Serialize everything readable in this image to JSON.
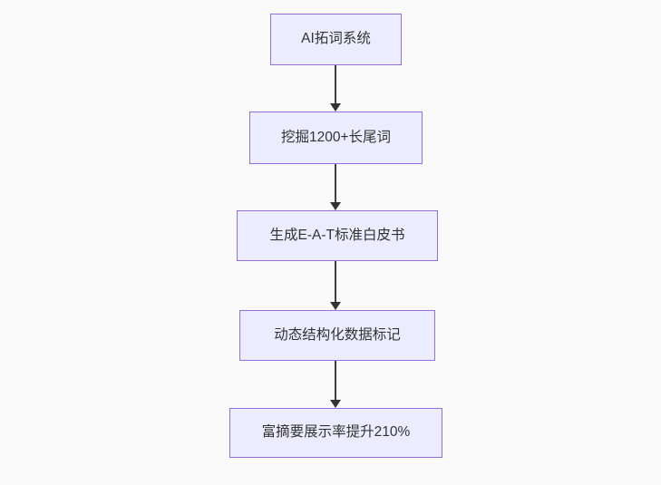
{
  "diagram": {
    "type": "flowchart",
    "direction": "top-down",
    "colors": {
      "canvas_background": "#fafafa",
      "node_fill": "#ECECFF",
      "node_border": "#9370DB",
      "node_text": "#333333",
      "edge_stroke": "#333333"
    },
    "nodes": [
      {
        "id": "n1",
        "label": "AI拓词系统"
      },
      {
        "id": "n2",
        "label": "挖掘1200+长尾词"
      },
      {
        "id": "n3",
        "label": "生成E-A-T标准白皮书"
      },
      {
        "id": "n4",
        "label": "动态结构化数据标记"
      },
      {
        "id": "n5",
        "label": "富摘要展示率提升210%"
      }
    ],
    "edges": [
      {
        "from": "n1",
        "to": "n2",
        "style": "arrow-down"
      },
      {
        "from": "n2",
        "to": "n3",
        "style": "arrow-down"
      },
      {
        "from": "n3",
        "to": "n4",
        "style": "arrow-down"
      },
      {
        "from": "n4",
        "to": "n5",
        "style": "arrow-down"
      }
    ]
  }
}
